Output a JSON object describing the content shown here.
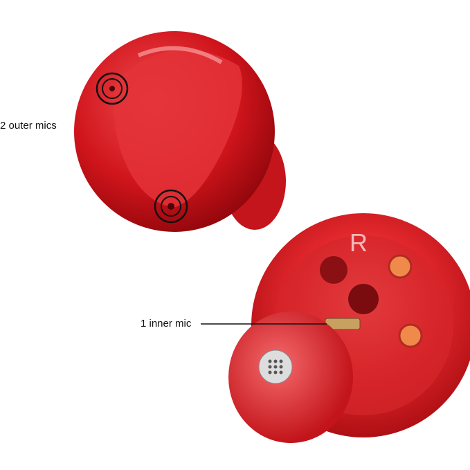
{
  "labels": {
    "outer_mics": "2 outer mics",
    "inner_mic": "1 inner mic",
    "side_marker": "R"
  },
  "colors": {
    "earbud_red": "#d11a1f",
    "highlight": "#f26a6a",
    "callout": "#111111"
  }
}
